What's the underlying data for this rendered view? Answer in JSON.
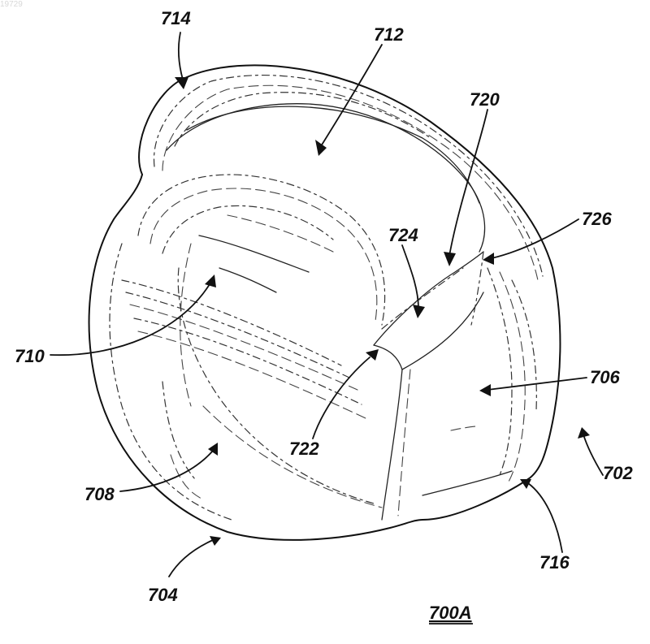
{
  "corner_id": "19729",
  "figure_id": "700A",
  "labels": {
    "r702": "702",
    "r704": "704",
    "r706": "706",
    "r708": "708",
    "r710": "710",
    "r712": "712",
    "r714": "714",
    "r716": "716",
    "r720": "720",
    "r722": "722",
    "r724": "724",
    "r726": "726"
  }
}
